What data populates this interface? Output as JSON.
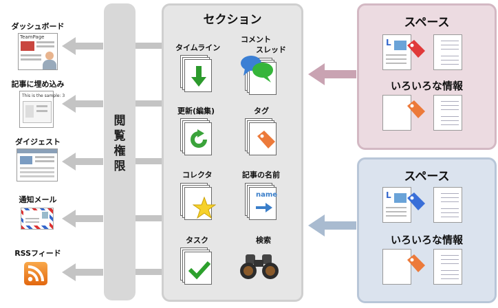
{
  "outputs": [
    {
      "label": "ダッシュボード",
      "thumb_text": "TeamPage"
    },
    {
      "label": "記事に埋め込み",
      "thumb_text": "This is the sample: 3"
    },
    {
      "label": "ダイジェスト",
      "thumb_text": ""
    },
    {
      "label": "通知メール",
      "thumb_text": ""
    },
    {
      "label": "RSSフィード",
      "thumb_text": ""
    }
  ],
  "access_bar": {
    "label_chars": [
      "閲",
      "覧",
      "権",
      "限"
    ]
  },
  "sections": {
    "title": "セクション",
    "items": [
      {
        "label": "タイムライン",
        "icon": "down-arrow-icon"
      },
      {
        "label": "コメント",
        "label2": "スレッド",
        "icon": "speech-bubbles-icon"
      },
      {
        "label": "更新(編集)",
        "icon": "refresh-icon"
      },
      {
        "label": "タグ",
        "icon": "tag-icon"
      },
      {
        "label": "コレクタ",
        "icon": "star-icon"
      },
      {
        "label": "記事の名前",
        "icon": "name-arrow-icon",
        "badge": "name"
      },
      {
        "label": "タスク",
        "icon": "checkmark-icon"
      },
      {
        "label": "検索",
        "icon": "binoculars-icon"
      }
    ]
  },
  "spaces": [
    {
      "title": "スペース",
      "info": "いろいろな情報"
    },
    {
      "title": "スペース",
      "info": "いろいろな情報"
    }
  ],
  "colors": {
    "space1_bg": "#ecdbe1",
    "space1_border": "#d3b8c3",
    "space1_arrow": "#c9a3b2",
    "space2_bg": "#dbe3ee",
    "space2_border": "#b8c6d8",
    "space2_arrow": "#a9bbd0",
    "gray_arrow": "#c4c4c4",
    "panel_bg": "#e6e6e6"
  }
}
